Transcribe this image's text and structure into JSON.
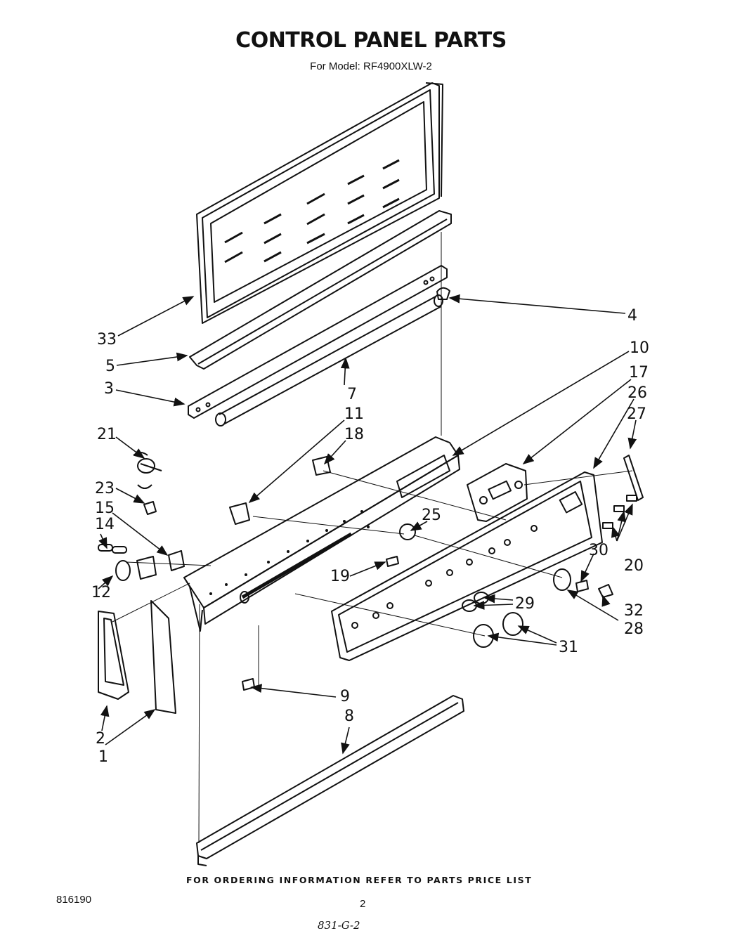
{
  "header": {
    "title": "CONTROL PANEL PARTS",
    "subtitle": "For Model: RF4900XLW-2"
  },
  "callouts": [
    "1",
    "2",
    "3",
    "4",
    "5",
    "7",
    "8",
    "9",
    "10",
    "11",
    "12",
    "14",
    "15",
    "17",
    "18",
    "19",
    "20",
    "21",
    "23",
    "25",
    "26",
    "27",
    "28",
    "29",
    "30",
    "31",
    "32",
    "33"
  ],
  "footer": {
    "note": "FOR ORDERING INFORMATION REFER TO PARTS PRICE LIST",
    "doc_number": "816190",
    "page_number": "2",
    "handwritten_code": "831-G-2"
  }
}
